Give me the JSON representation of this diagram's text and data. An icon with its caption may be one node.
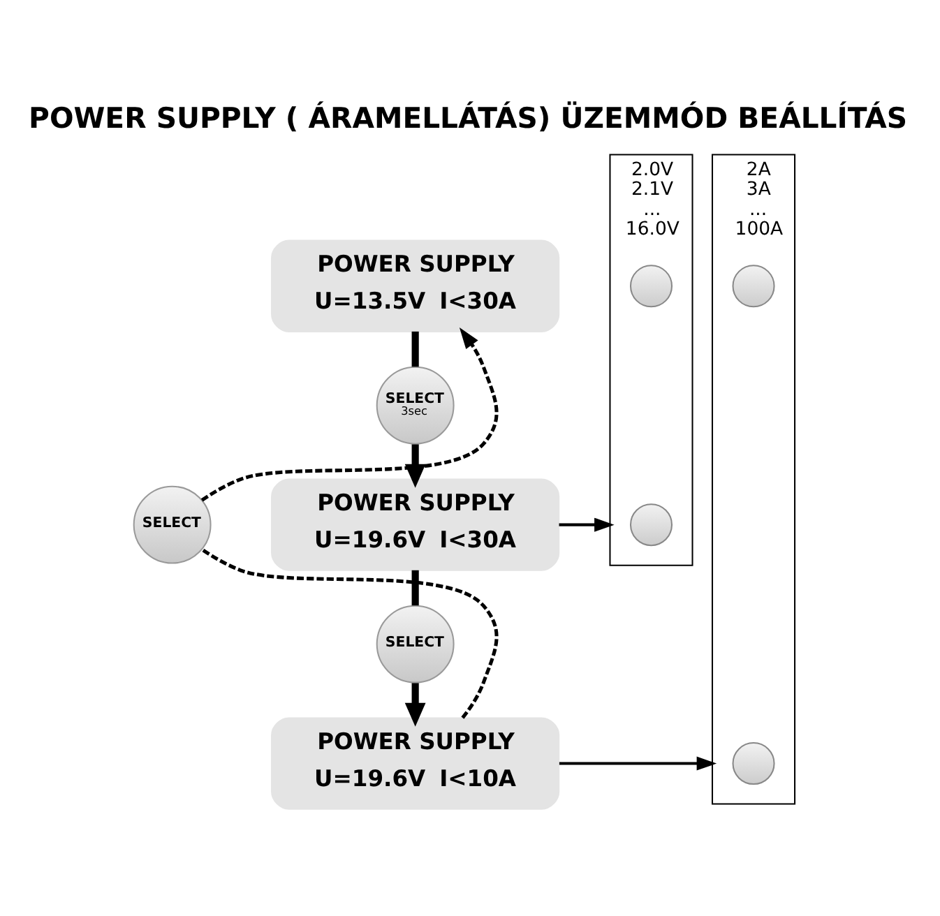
{
  "diagram": {
    "title": "POWER SUPPLY ( ÁRAMELLÁTÁS) ÜZEMMÓD BEÁLLÍTÁS",
    "nodes": [
      {
        "text": [
          "POWER SUPPLY",
          "U=13.5V",
          "I<30A"
        ]
      },
      {
        "text": [
          "SELECT",
          "3sec"
        ]
      },
      {
        "text": [
          "POWER SUPPLY",
          "U=19.6V",
          "I<30A"
        ]
      },
      {
        "text": [
          "2.0V",
          "2.1V",
          "...",
          "16.0V"
        ]
      },
      {
        "text": [],
        "shape": "circle",
        "in": 3
      },
      {
        "text": [],
        "shape": "circle",
        "in": 3
      },
      {
        "text": [
          "SELECT"
        ]
      },
      {
        "text": [
          "POWER SUPPLY",
          "U=19.6V",
          "I<10A"
        ]
      },
      {
        "text": [
          "2A",
          "3A",
          "...",
          "100A"
        ]
      },
      {
        "text": [],
        "shape": "circle",
        "in": 8
      },
      {
        "text": [],
        "shape": "circle",
        "in": 8
      },
      {
        "text": [
          "SELECT"
        ]
      }
    ],
    "edges": [
      {
        "from": 0,
        "to": 1,
        "arrow": "none",
        "style": "thick"
      },
      {
        "from": 1,
        "to": 2,
        "arrow": "to",
        "style": "thick"
      },
      {
        "from": 2,
        "to": 3,
        "arrow": "to"
      },
      {
        "from": 2,
        "to": 6,
        "arrow": "none",
        "style": "thick"
      },
      {
        "from": 6,
        "to": 7,
        "arrow": "to",
        "style": "thick"
      },
      {
        "from": 7,
        "to": 8,
        "arrow": "to"
      },
      {
        "from": 7,
        "to": 11,
        "arrow": "none",
        "style": "dashed"
      },
      {
        "from": 11,
        "to": 0,
        "arrow": "to",
        "style": "dashed"
      }
    ]
  }
}
